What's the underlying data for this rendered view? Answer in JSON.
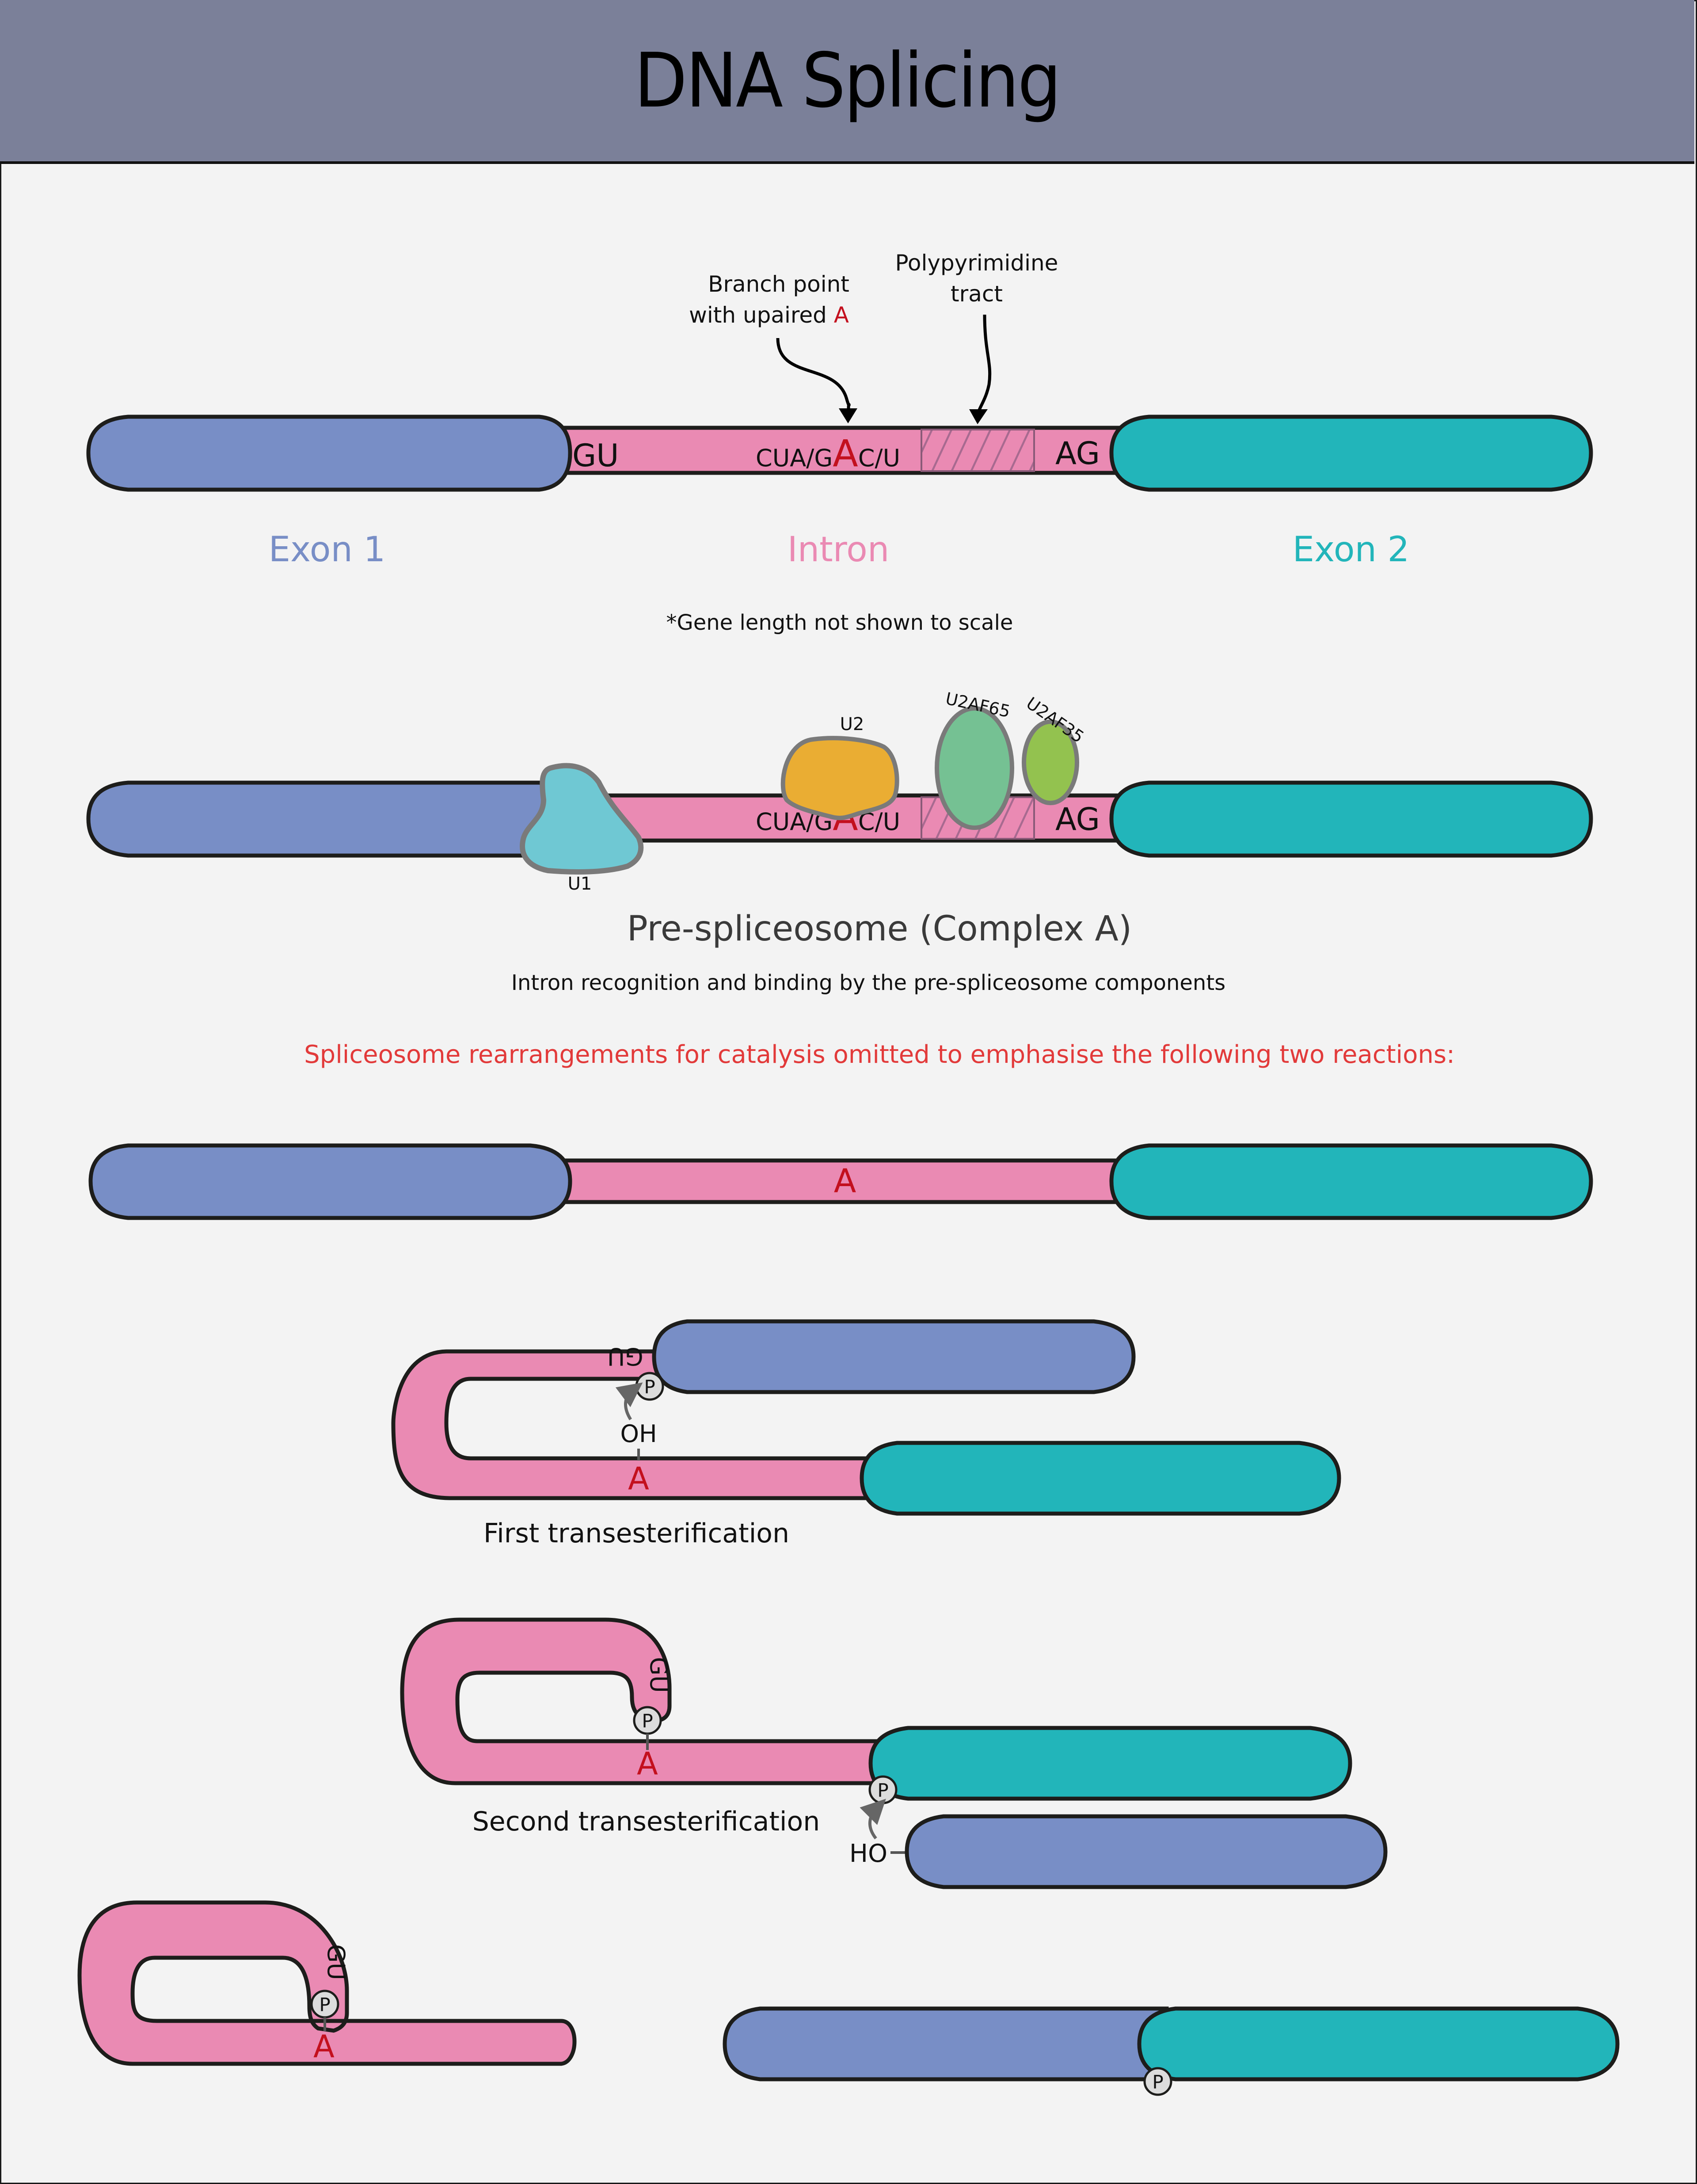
{
  "title": "DNA Splicing",
  "colors": {
    "header_bg": "#7b8099",
    "background": "#f3f3f3",
    "exon1": "#788ec6",
    "exon2": "#22b5ba",
    "intron": "#ea8ab3",
    "branch_a": "#c3101e",
    "u1": "#6fc8d3",
    "u2": "#eaad33",
    "u2af65": "#75c193",
    "u2af35": "#93c24f",
    "phosphate": "#dcdcdc",
    "note_red": "#e23a3a"
  },
  "gene_diagram": {
    "annotation_branch_line1": "Branch point",
    "annotation_branch_line2": "with upaired ",
    "annotation_branch_a": "A",
    "annotation_ppt_line1": "Polypyrimidine",
    "annotation_ppt_line2": "tract",
    "five_prime_site": "GU",
    "branch_seq_left": "CUA/G",
    "branch_seq_a": "A",
    "branch_seq_right": "C/U",
    "three_prime_site": "AG",
    "exon1_label": "Exon 1",
    "intron_label": "Intron",
    "exon2_label": "Exon 2",
    "footnote": "*Gene length not shown to scale"
  },
  "complex_a": {
    "u1_label": "U1",
    "u2_label": "U2",
    "u2af65_label": "U2AF65",
    "u2af35_label": "U2AF35",
    "branch_seq_left": "CUA/G",
    "branch_seq_a": "A",
    "branch_seq_right": "C/U",
    "three_prime_site": "AG",
    "title": "Pre-spliceosome (Complex A)",
    "subtitle": "Intron recognition and binding by the pre-spliceosome components"
  },
  "note": "Spliceosome rearrangements for catalysis omitted to emphasise the following two reactions:",
  "simplified_gene": {
    "branch_a": "A"
  },
  "first_reaction": {
    "gu": "GU",
    "phosphate": "P",
    "hydroxyl": "OH",
    "branch_a": "A",
    "label": "First transesterification"
  },
  "second_reaction": {
    "gu": "GU",
    "phosphate_lariat": "P",
    "branch_a": "A",
    "phosphate_exon": "P",
    "hydroxyl": "HO",
    "label": "Second transesterification"
  },
  "products": {
    "gu": "GU",
    "phosphate_lariat": "P",
    "branch_a": "A",
    "phosphate_junction": "P"
  }
}
